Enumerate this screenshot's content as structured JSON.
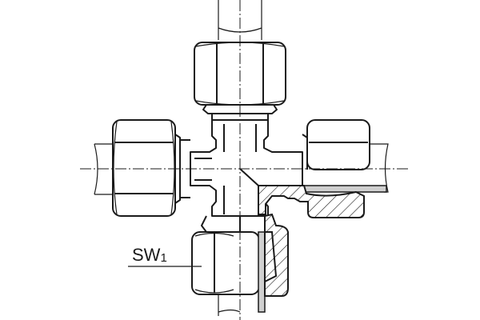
{
  "drawing": {
    "type": "technical-drawing",
    "subject": "cross (4-way) compression tube fitting with cap nuts, partial section",
    "label": {
      "main": "SW",
      "subscript": "1"
    },
    "colors": {
      "line": "#1a1a1a",
      "section_fill": "#cfcfcf",
      "background": "#ffffff"
    }
  }
}
